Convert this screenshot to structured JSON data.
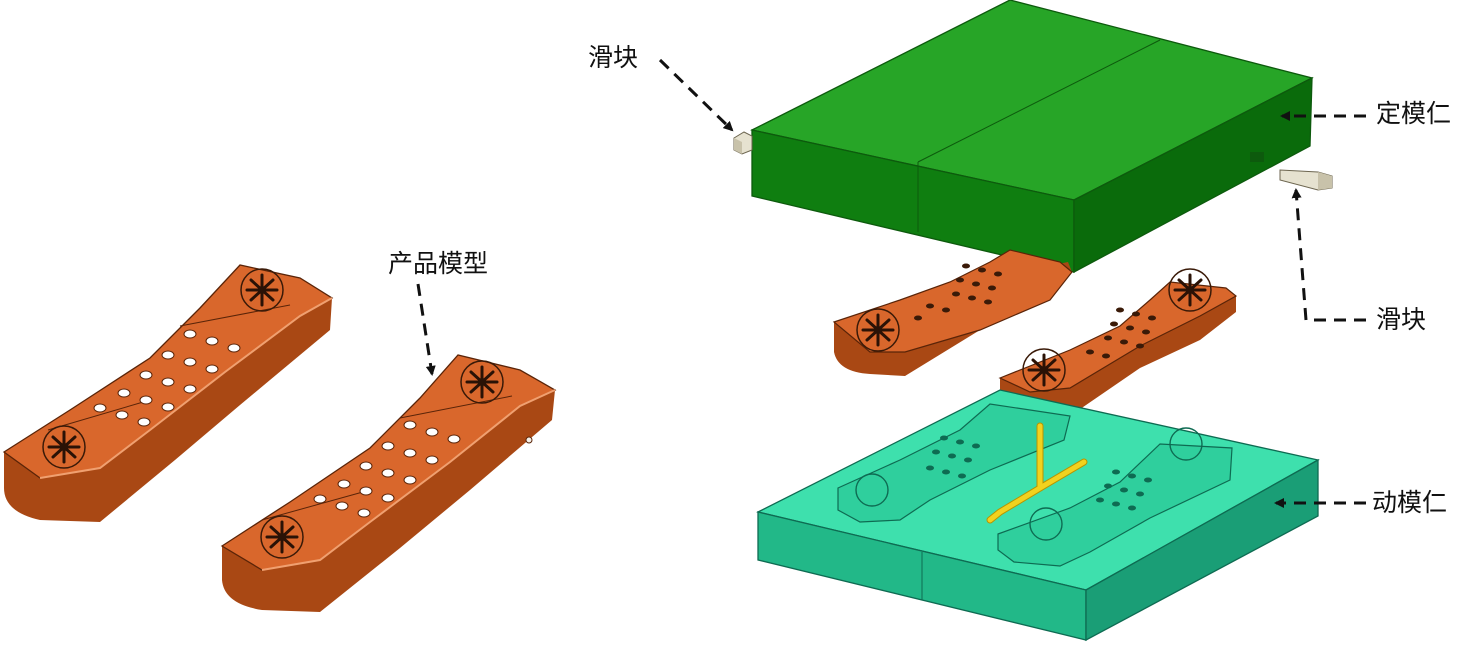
{
  "labels": {
    "product_model": "产品模型",
    "slider_left": "滑块",
    "slider_right": "滑块",
    "fixed_cavity": "定模仁",
    "moving_cavity": "动模仁"
  },
  "colors": {
    "product_orange": "#d9672c",
    "fixed_cavity_green": "#1e9b1e",
    "moving_cavity_teal": "#2bc89a",
    "runner_yellow": "#f2d21e",
    "slider_beige": "#e0dccb"
  }
}
